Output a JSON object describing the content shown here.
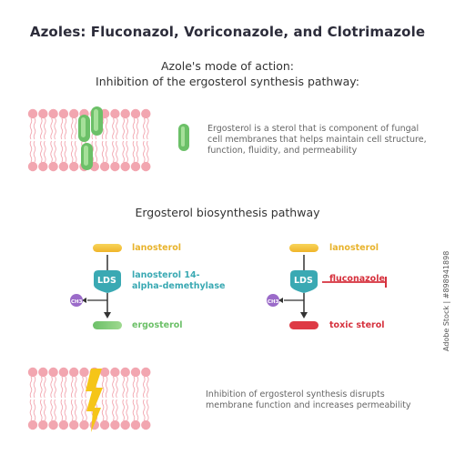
{
  "title": "Azoles: Fluconazol, Voriconazole, and Clotrimazole",
  "subtitle": {
    "line1": "Azole's mode of action:",
    "line2": "Inhibition of the ergosterol synthesis pathway:"
  },
  "ergosterol_description": {
    "line1": "Ergosterol is a sterol that is component of fungal",
    "line2": "cell membranes that helps maintain cell structure,",
    "line3": "function, fluidity, and permeability"
  },
  "pathway_title": "Ergosterol biosynthesis pathway",
  "normal_pathway": {
    "substrate": "lanosterol",
    "enzyme_badge": "LDS",
    "enzyme_name_line1": "lanosterol 14-",
    "enzyme_name_line2": "alpha-demethylase",
    "methyl_badge": "CH3",
    "product": "ergosterol"
  },
  "inhibited_pathway": {
    "substrate": "lanosterol",
    "enzyme_badge": "LDS",
    "inhibitor": "fluconazole",
    "methyl_badge": "CH3",
    "product": "toxic sterol"
  },
  "disruption_description": {
    "line1": "Inhibition of ergosterol synthesis disrupts",
    "line2": "membrane function and increases permeability"
  },
  "watermark": "Adobe Stock | #898941898",
  "colors": {
    "lipid_head": "#f2a6b0",
    "lipid_tail": "#f2a6b0",
    "ergosterol": "#7cc96f",
    "lanosterol": "#f5c33b",
    "enzyme": "#3aa9b3",
    "methyl": "#9b6bc9",
    "inhibitor": "#d6313d",
    "toxic_sterol": "#de3a45",
    "lightning": "#f5c518"
  }
}
